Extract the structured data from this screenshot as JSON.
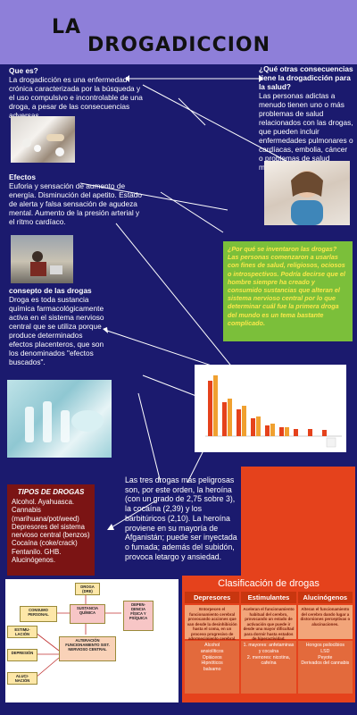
{
  "title": {
    "line1": "LA",
    "line2": "DROGADICCION"
  },
  "que_es": {
    "heading": "Que es?",
    "body": " La drogadicción es una enfermedad crónica caracterizada por la búsqueda y el uso compulsivo e incontrolable de una droga, a pesar de las consecuencias adversas."
  },
  "otras_consecuencias": {
    "heading": "¿Qué otras consecuencias tiene la drogadicción para la salud?",
    "body": " Las personas adictas a menudo tienen uno o más problemas de salud relacionados con las drogas, que pueden incluir enfermedades pulmonares o cardíacas, embolia, cáncer o problemas de salud mental"
  },
  "efectos": {
    "heading": "Efectos",
    "body": " Euforia y sensación de aumento de energía. Disminución del apetito. Estado de alerta y falsa sensación de agudeza mental. Aumento de la presión arterial y el ritmo cardíaco."
  },
  "por_que": {
    "text": "¿Por qué se inventaron las drogas? Las personas comenzaron a usarlas con fines de salud, religiosos, ociosos o introspectivos. Podría decirse que el hombre siempre ha creado y consumido sustancias que alteran el sistema nervioso central por lo que determinar cuál fue la primera droga del mundo es un tema bastante complicado."
  },
  "concepto": {
    "heading": " consepto de las drogas",
    "body": "Droga es toda sustancia química farmacológicamente activa en el sistema nervioso central que se utiliza porque produce determinados efectos placenteros, que son los denominados \"efectos buscados\"."
  },
  "tres_drogas": {
    "text": "Las tres drogas más peligrosas son, por este orden, la heroína (con un grado de 2,75 sobre 3), la cocaína (2,39) y los barbitúricos (2,10). La heroína proviene en su mayoría de Afganistán; puede ser inyectada o fumada; además del subidón, provoca letargo y ansiedad."
  },
  "tipos": {
    "heading": "TIPOS DE DROGAS",
    "body": "Alcohol. Ayahuasca. Cannabis (marihuana/pot/weed) Depresores del sistema nervioso central (benzos) Cocaína (coke/crack) Fentanilo. GHB. Alucinógenos."
  },
  "clasificacion": {
    "title": "Clasificación de drogas",
    "columns": [
      {
        "head": "Depresores",
        "desc": "Entorpecen el funcionamiento cerebral provocando acciones que van desde la desinhibición hasta el coma, en un proceso progresivo de adormecimiento cerebral.",
        "examples": "Alcohol\nansiolíticos\nOpiáceos\nHipnóticos\nbalsamo"
      },
      {
        "head": "Estimulantes",
        "desc": "Aceleran el funcionamiento habitual del cerebro, provocando un estado de activación que puede ir desde una mayor dificultad para dormir hasta estados de hiperactividad.",
        "examples": "1. mayores: anfetaminas y cocaína\n2. menores: nicotina, cafeína"
      },
      {
        "head": "Alucinógenos",
        "desc": "Alteran el funcionamiento del cerebro dando lugar a distorsiones perceptivas o alucinaciones.",
        "examples": "Hongos psilocibios\nLSD\nPeyote\nDerivados del cannabis"
      }
    ]
  },
  "diagram": {
    "droga": "DROGA (DRE)",
    "sustancia": "SUSTANCIA QUÍMICA",
    "consumo": "CONSUMO PERSONAL",
    "dependencia": "DEPEN-DENCIA FÍSICA Y PSÍQUICA",
    "alteracion": "ALTERACIÓN FUNCIONAMIENTO SIST. NERVIOSO CENTRAL",
    "estimulacion": "ESTIMU-LACIÓN",
    "depresion": "DEPRESIÓN",
    "alucinacion": "ALUCI-NACIÓN"
  },
  "colors": {
    "background": "#1b1a6e",
    "header": "#8e7fd9",
    "green_box": "#7bbf3a",
    "red_box": "#7b1414",
    "orange": "#e5421c"
  }
}
